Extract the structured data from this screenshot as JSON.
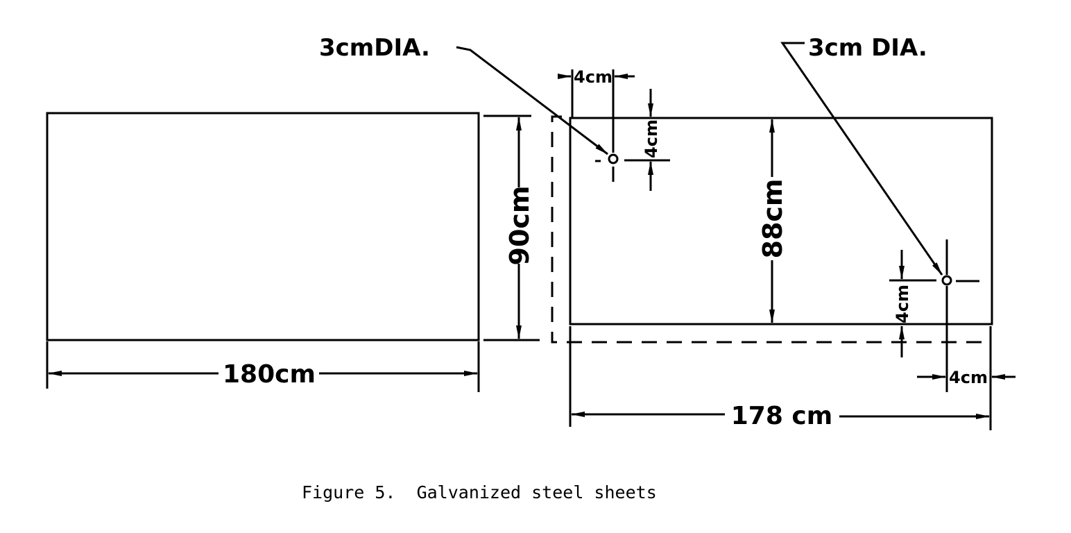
{
  "figure": {
    "caption": "Figure 5.  Galvanized steel sheets",
    "left_sheet": {
      "width_label": "180cm",
      "height_label": "90cm"
    },
    "right_sheet": {
      "width_label": "178 cm",
      "height_label": "88cm",
      "hole_left": {
        "label": "3cmDIA.",
        "offset_x_label": "4cm",
        "offset_y_label": "4cm"
      },
      "hole_right": {
        "label": "3cm DIA.",
        "offset_x_label": "4cm",
        "offset_y_label": "4cm"
      }
    }
  }
}
